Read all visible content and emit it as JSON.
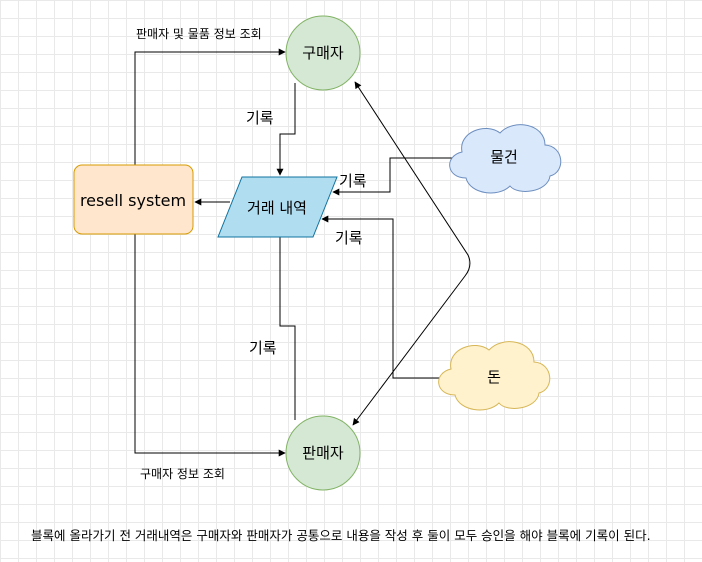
{
  "nodes": {
    "buyer": "구매자",
    "seller": "판매자",
    "system": "resell system",
    "transaction": "거래 내역",
    "item": "물건",
    "money": "돈"
  },
  "edges": {
    "system_to_buyer": "판매자 및 물품 정보 조회",
    "system_to_seller": "구매자 정보 조회",
    "buyer_record": "기록",
    "item_record": "기록",
    "money_record": "기록",
    "seller_record": "기록"
  },
  "footer": "블록에 올라가기 전 거래내역은 구매자와 판매자가 공통으로 내용을 작성 후 둘이 모두 승인을 해야 블록에 기록이 된다.",
  "colors": {
    "actor_fill": "#d5e8d4",
    "actor_stroke": "#82b366",
    "system_fill": "#ffe6cc",
    "system_stroke": "#d79b00",
    "data_fill": "#b1ddf0",
    "data_stroke": "#10739e",
    "item_fill": "#dae8fc",
    "item_stroke": "#6c8ebf",
    "money_fill": "#fff2cc",
    "money_stroke": "#d6b656"
  }
}
